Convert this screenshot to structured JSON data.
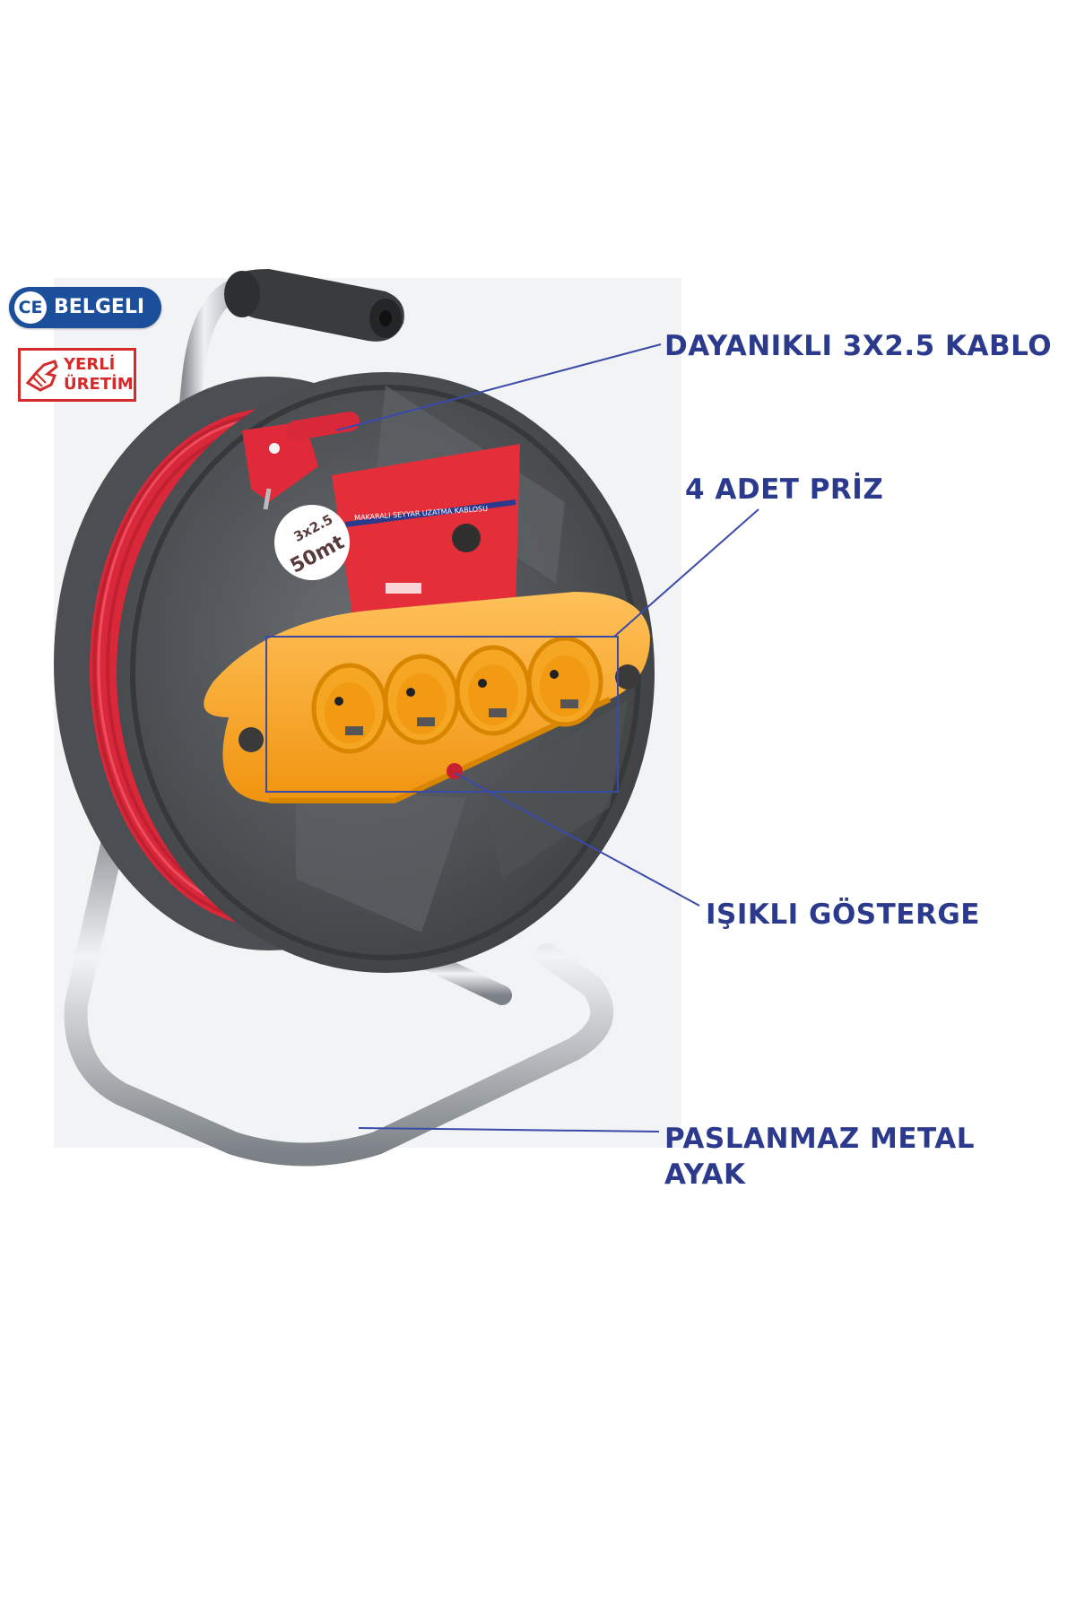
{
  "callouts": {
    "cable": "DAYANIKLI 3X2.5 KABLO",
    "sockets": "4 ADET PRİZ",
    "indicator": "IŞIKLI GÖSTERGE",
    "leg_line1": "PASLANMAZ METAL",
    "leg_line2": "AYAK"
  },
  "badges": {
    "ce_mark": "CE",
    "certified": "BELGELI",
    "local_line1": "YERLİ",
    "local_line2": "ÜRETİM"
  },
  "product_label": {
    "cable_size": "3x2.5",
    "length": "50mt",
    "title": "MAKARALI SEYYAR UZATMA KABLOSU"
  },
  "colors": {
    "callout_text": "#2b3a8c",
    "callout_line": "#3a4aa8",
    "cable_red": "#e0303c",
    "reel_grey": "#55585c",
    "socket_orange": "#f5a623",
    "badge_blue": "#1b4f9c",
    "badge_red": "#d42a2a"
  },
  "icons": [
    "ce-mark-icon",
    "hand-icon",
    "cable-reel-illustration"
  ]
}
